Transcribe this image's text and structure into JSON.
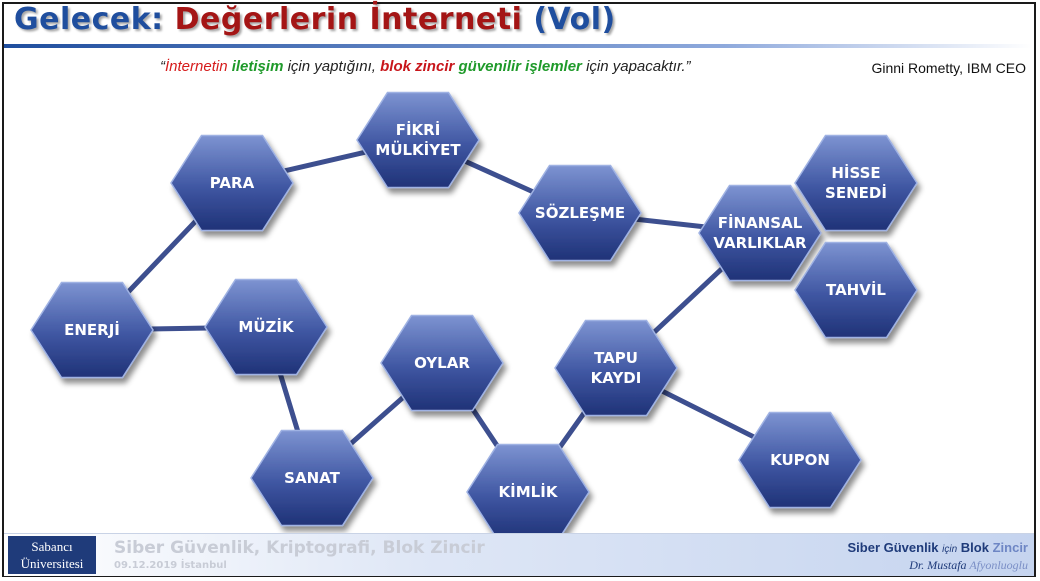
{
  "slide": {
    "title_part1": "Gelecek:",
    "title_part2": "Değerlerin İnterneti",
    "title_part3": "(Vol)",
    "quote": {
      "open": "“",
      "w1": "İnternetin",
      "w2": "iletişim",
      "w3": "için yaptığını,",
      "w4": "blok zincir",
      "w5": "güvenilir işlemler",
      "w6": "için yapacaktır.”"
    },
    "quote_author": "Ginni Rometty, IBM CEO"
  },
  "diagram": {
    "nodes": [
      {
        "id": "para",
        "lines": [
          "PARA"
        ]
      },
      {
        "id": "fikri",
        "lines": [
          "FİKRİ",
          "MÜLKİYET"
        ]
      },
      {
        "id": "sozlesme",
        "lines": [
          "SÖZLEŞME"
        ]
      },
      {
        "id": "finansal",
        "lines": [
          "FİNANSAL",
          "VARLIKLAR"
        ]
      },
      {
        "id": "hisse",
        "lines": [
          "HİSSE",
          "SENEDİ"
        ]
      },
      {
        "id": "tahvil",
        "lines": [
          "TAHVİL"
        ]
      },
      {
        "id": "enerji",
        "lines": [
          "ENERJİ"
        ]
      },
      {
        "id": "muzik",
        "lines": [
          "MÜZİK"
        ]
      },
      {
        "id": "oylar",
        "lines": [
          "OYLAR"
        ]
      },
      {
        "id": "tapu",
        "lines": [
          "TAPU",
          "KAYDI"
        ]
      },
      {
        "id": "sanat",
        "lines": [
          "SANAT"
        ]
      },
      {
        "id": "kimlik",
        "lines": [
          "KİMLİK"
        ]
      },
      {
        "id": "kupon",
        "lines": [
          "KUPON"
        ]
      }
    ],
    "edges": [
      [
        "enerji",
        "para"
      ],
      [
        "para",
        "fikri"
      ],
      [
        "fikri",
        "sozlesme"
      ],
      [
        "sozlesme",
        "finansal"
      ],
      [
        "enerji",
        "muzik"
      ],
      [
        "muzik",
        "sanat"
      ],
      [
        "sanat",
        "oylar"
      ],
      [
        "oylar",
        "kimlik"
      ],
      [
        "kimlik",
        "tapu"
      ],
      [
        "tapu",
        "finansal"
      ],
      [
        "tapu",
        "kupon"
      ]
    ],
    "colors": {
      "hex_light": "#6f86c6",
      "hex_dark": "#1f3277",
      "edge": "#3d4f8f"
    }
  },
  "footer": {
    "logo_line1": "Sabancı",
    "logo_line2": "Üniversitesi",
    "course": "Siber Güvenlik, Kriptografi, Blok Zincir",
    "date": "09.12.2019 İstanbul",
    "brand_a": "Siber Güvenlik",
    "brand_b": "için",
    "brand_c": "Blok",
    "brand_d": "Zincir",
    "author_a": "Dr. Mustafa",
    "author_b": "Afyonluoglu"
  }
}
